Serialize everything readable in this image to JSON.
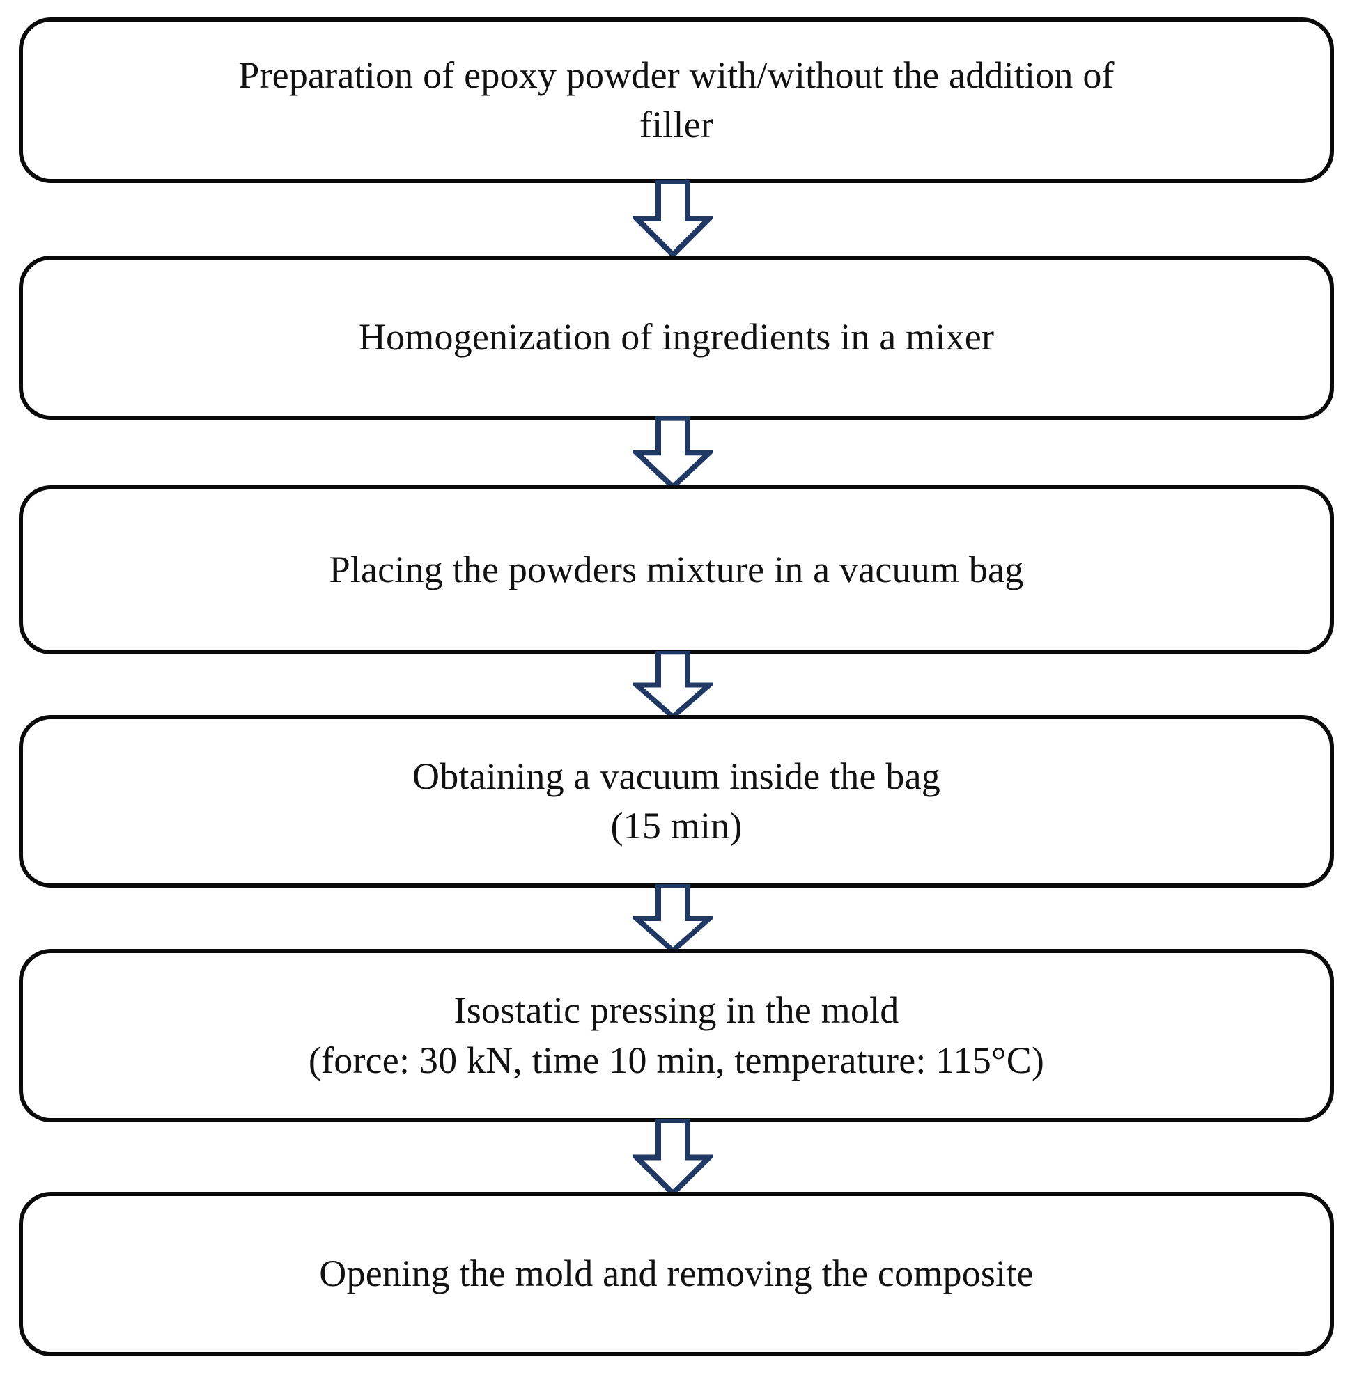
{
  "diagram": {
    "title": "Composite manufacturing process flowchart",
    "type": "vertical-flowchart",
    "colors": {
      "box_border": "#0a0a0a",
      "box_fill": "#ffffff",
      "text": "#111111",
      "arrow_outline": "#1f3864",
      "arrow_fill": "#ffffff",
      "background": "#ffffff"
    },
    "steps": [
      {
        "index": 1,
        "text": "Preparation of epoxy powder with/without  the addition of\nfiller"
      },
      {
        "index": 2,
        "text": "Homogenization  of ingredients  in a mixer"
      },
      {
        "index": 3,
        "text": "Placing  the powders mixture  in a vacuum bag"
      },
      {
        "index": 4,
        "text": "Obtaining  a vacuum inside the bag\n(15 min)"
      },
      {
        "index": 5,
        "text": "Isostatic pressing in  the mold\n(force: 30 kN, time 10 min, temperature:  115°C)"
      },
      {
        "index": 6,
        "text": "Opening the mold and removing the composite"
      }
    ],
    "connectors": [
      {
        "index": 1,
        "from_step": 1,
        "to_step": 2,
        "shape": "block-arrow-down"
      },
      {
        "index": 2,
        "from_step": 2,
        "to_step": 3,
        "shape": "block-arrow-down"
      },
      {
        "index": 3,
        "from_step": 3,
        "to_step": 4,
        "shape": "block-arrow-down"
      },
      {
        "index": 4,
        "from_step": 4,
        "to_step": 5,
        "shape": "block-arrow-down"
      },
      {
        "index": 5,
        "from_step": 5,
        "to_step": 6,
        "shape": "block-arrow-down"
      }
    ]
  }
}
